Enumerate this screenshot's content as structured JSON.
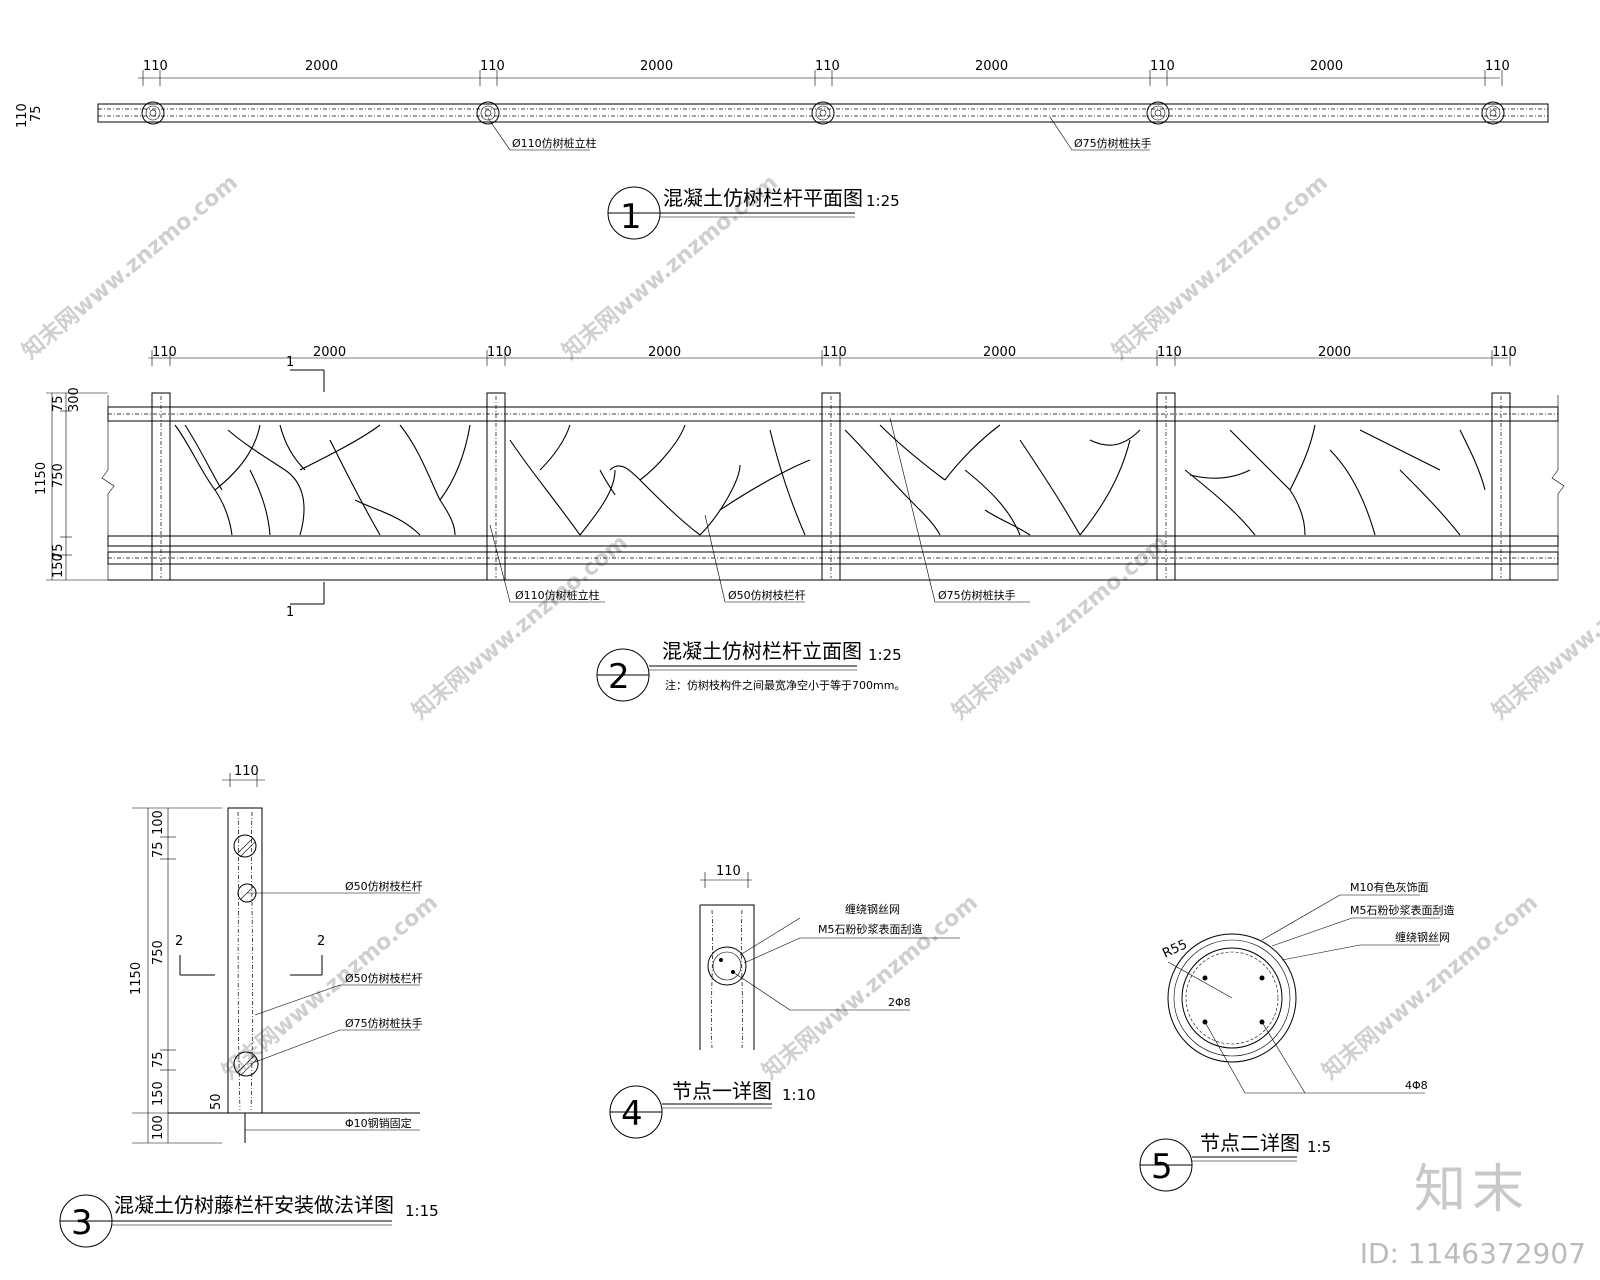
{
  "views": {
    "plan": {
      "number": "1",
      "title": "混凝土仿树栏杆平面图",
      "scale": "1:25",
      "dims_top": [
        "110",
        "2000",
        "110",
        "2000",
        "110",
        "2000",
        "110",
        "2000",
        "110"
      ],
      "dims_side": [
        "110",
        "75"
      ],
      "labels": {
        "post": "Ø110仿树桩立柱",
        "rail": "Ø75仿树桩扶手"
      }
    },
    "elevation": {
      "number": "2",
      "title": "混凝土仿树栏杆立面图",
      "scale": "1:25",
      "note": "注：仿树枝构件之间最宽净空小于等于700mm。",
      "dims_top": [
        "110",
        "2000",
        "110",
        "2000",
        "110",
        "2000",
        "110",
        "2000",
        "110"
      ],
      "dims_side": [
        "1150",
        "75",
        "300",
        "750",
        "75",
        "150"
      ],
      "section_mark": "1",
      "labels": {
        "post": "Ø110仿树桩立柱",
        "bar": "Ø50仿树枝栏杆",
        "rail": "Ø75仿树桩扶手"
      }
    },
    "install": {
      "number": "3",
      "title": "混凝土仿树藤栏杆安装做法详图",
      "scale": "1:15",
      "dim_width": "110",
      "dims_side": [
        "1150",
        "100",
        "75",
        "750",
        "75",
        "150",
        "100"
      ],
      "dim_50": "50",
      "section_mark": "2",
      "labels": [
        "Ø50仿树枝栏杆",
        "Ø50仿树枝栏杆",
        "Ø75仿树桩扶手",
        "Φ10钢销固定"
      ]
    },
    "node1": {
      "number": "4",
      "title": "节点一详图",
      "scale": "1:10",
      "dim_width": "110",
      "labels": [
        "缠绕钢丝网",
        "M5石粉砂浆表面刮造",
        "2Φ8"
      ]
    },
    "node2": {
      "number": "5",
      "title": "节点二详图",
      "scale": "1:5",
      "radius": "R55",
      "labels": [
        "M10有色灰饰面",
        "M5石粉砂浆表面刮造",
        "缠绕钢丝网",
        "4Φ8"
      ]
    }
  },
  "watermark": {
    "text": "知末网www.znzmo.com",
    "logo": "知末",
    "id": "ID: 1146372907"
  }
}
